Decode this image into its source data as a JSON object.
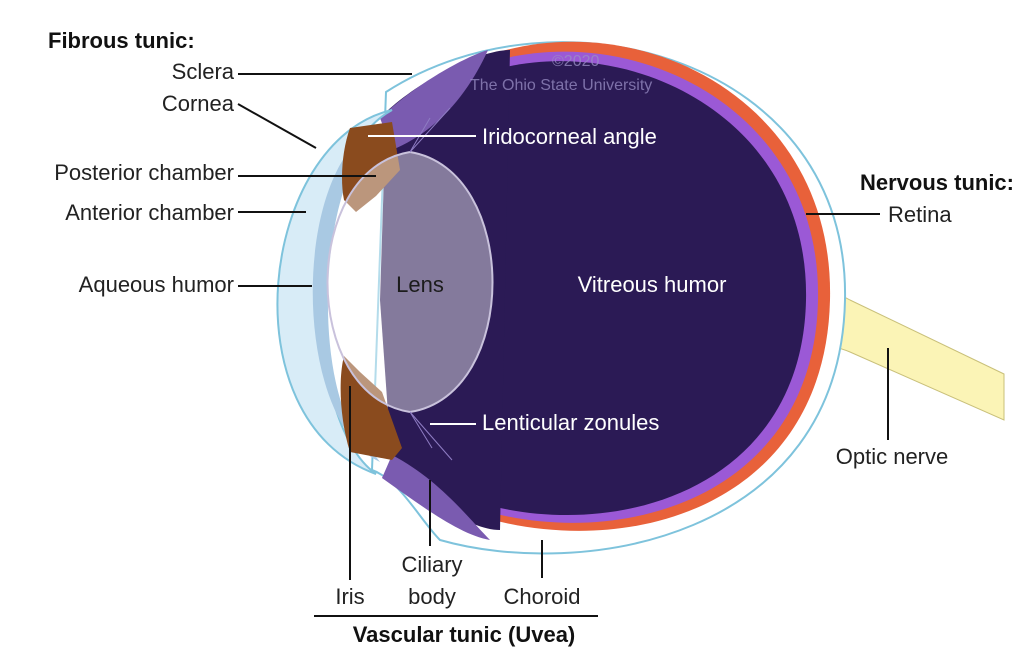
{
  "labels": {
    "fibrous_tunic": "Fibrous tunic:",
    "sclera": "Sclera",
    "cornea": "Cornea",
    "posterior_chamber": "Posterior chamber",
    "anterior_chamber": "Anterior chamber",
    "aqueous_humor": "Aqueous humor",
    "lens": "Lens",
    "vitreous_humor": "Vitreous humor",
    "iridocorneal_angle": "Iridocorneal angle",
    "lenticular_zonules": "Lenticular zonules",
    "nervous_tunic": "Nervous tunic:",
    "retina": "Retina",
    "optic_nerve": "Optic nerve",
    "iris": "Iris",
    "ciliary_body_line1": "Ciliary",
    "ciliary_body_line2": "body",
    "choroid": "Choroid",
    "vascular_tunic": "Vascular tunic (Uvea)"
  },
  "watermark": {
    "line1": "©2020",
    "line2": "The Ohio State University"
  },
  "colors": {
    "vitreous": "#2b1a55",
    "retina": "#9b59d6",
    "choroid": "#e8613a",
    "sclera_outline": "#7ec3dc",
    "aqueous": "#a9c9e3",
    "iris": "#8a4b1e",
    "ciliary": "#7a5bb0",
    "optic_nerve": "#fbf4b6",
    "lens": "#ffffff"
  }
}
